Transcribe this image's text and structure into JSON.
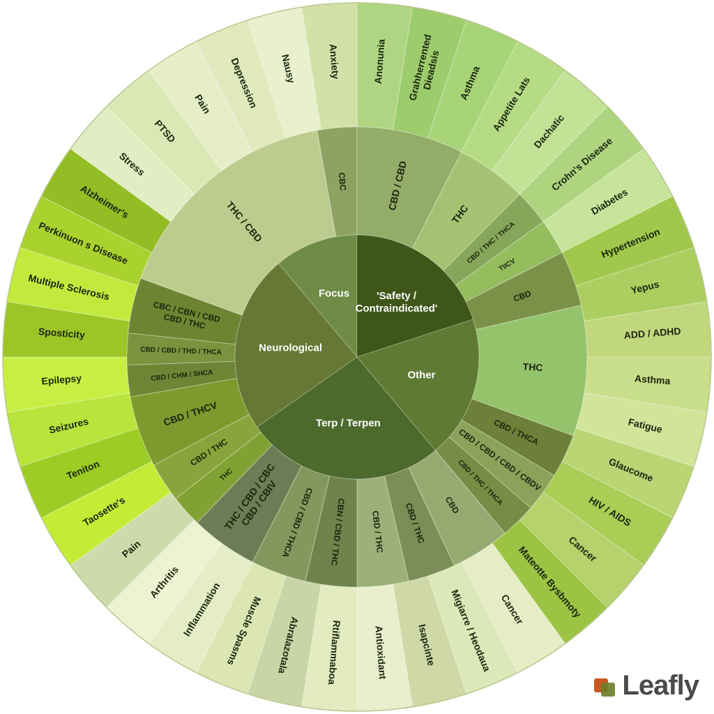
{
  "center": [
    {
      "label": "Focus",
      "color": "#6e8c45",
      "text_color": "#ffffff"
    },
    {
      "label": "'Safety /\nContraindicated'",
      "color": "#3f5619",
      "text_color": "#ffffff"
    },
    {
      "label": "Other",
      "color": "#5f7a32",
      "text_color": "#ffffff"
    },
    {
      "label": "Terp / Terpen",
      "color": "#4b6a2c",
      "text_color": "#ffffff"
    },
    {
      "label": "Neurological",
      "color": "#677834",
      "text_color": "#ffffff"
    }
  ],
  "middle_ring": [
    {
      "label": "CBC",
      "color": "#8ea262"
    },
    {
      "label": "CBD / CBD",
      "color": "#93ac68"
    },
    {
      "label": "THC",
      "color": "#a3c372"
    },
    {
      "label": "CBD / THC / THCA",
      "color": "#86a75a"
    },
    {
      "label": "TIICV",
      "color": "#94bd5e"
    },
    {
      "label": "CBD",
      "color": "#7c9148"
    },
    {
      "label": "THC",
      "color": "#94c36c"
    },
    {
      "label": "CBD / THCA",
      "color": "#6d7f38"
    },
    {
      "label": "CBD / CBD / CBD / CBDV",
      "color": "#8aa25a"
    },
    {
      "label": "CBD / THC / THCA",
      "color": "#778c44"
    },
    {
      "label": "CBD",
      "color": "#96ab72"
    },
    {
      "label": "CBD / THC",
      "color": "#7c8e58"
    },
    {
      "label": "CBD / THC",
      "color": "#9db07a"
    },
    {
      "label": "CBN / CBD / THC",
      "color": "#6f844c"
    },
    {
      "label": "CBD / CBD / THCA",
      "color": "#83985e"
    },
    {
      "label": "THC / CBD / CBC\nCBD / CBIV",
      "color": "#6c7d55"
    },
    {
      "label": "THC",
      "color": "#80a133"
    },
    {
      "label": "CBD / THC",
      "color": "#8aa43d"
    },
    {
      "label": "CBD / THCV",
      "color": "#7d9a2e"
    },
    {
      "label": "CBD / CHM / SHCA",
      "color": "#6d8535"
    },
    {
      "label": "CBD / CBD / THD / THCA",
      "color": "#7a933e"
    },
    {
      "label": "CBC / CBN / CBD\nCBD / THC",
      "color": "#6d8533"
    },
    {
      "label": "THC / CBD",
      "color": "#becb8e"
    }
  ],
  "outer_ring": [
    {
      "label": "Anonunia",
      "color": "#afd582"
    },
    {
      "label": "Grahherrented\nDieadsis",
      "color": "#9dcc6c"
    },
    {
      "label": "Asthma",
      "color": "#a8d478"
    },
    {
      "label": "Appetite Lats",
      "color": "#b5dc84"
    },
    {
      "label": "Dachatic",
      "color": "#c2e296"
    },
    {
      "label": "Crohn's Disease",
      "color": "#aed480"
    },
    {
      "label": "Diabetes",
      "color": "#c6e59a"
    },
    {
      "label": "Hypertension",
      "color": "#a0c84c"
    },
    {
      "label": "Yepus",
      "color": "#acce60"
    },
    {
      "label": "ADD / ADHD",
      "color": "#c1d77d"
    },
    {
      "label": "Asthma",
      "color": "#c9de8a"
    },
    {
      "label": "Fatigue",
      "color": "#d2e49a"
    },
    {
      "label": "Glaucome",
      "color": "#bad574"
    },
    {
      "label": "HIV / AIDS",
      "color": "#a9cd55"
    },
    {
      "label": "Cancer",
      "color": "#b6d26c"
    },
    {
      "label": "Mateotte Bysbmoty",
      "color": "#9cc444"
    },
    {
      "label": "Cancer",
      "color": "#e6edc4"
    },
    {
      "label": "Migiarre / Heodaua",
      "color": "#dde8b8"
    },
    {
      "label": "Isapcinte",
      "color": "#cfd9a8"
    },
    {
      "label": "Antioxidant",
      "color": "#e9efcc"
    },
    {
      "label": "Rtiflammaboa",
      "color": "#e3ebc0"
    },
    {
      "label": "Abralazotala",
      "color": "#c9d5a6"
    },
    {
      "label": "Muscle Spasms",
      "color": "#dbe6b3"
    },
    {
      "label": "Inflammation",
      "color": "#e5edc6"
    },
    {
      "label": "Arthritis",
      "color": "#edf2d3"
    },
    {
      "label": "Pain",
      "color": "#cfdaac"
    },
    {
      "label": "Taosette's",
      "color": "#c4ec36"
    },
    {
      "label": "Teniton",
      "color": "#9ccd24"
    },
    {
      "label": "Seizures",
      "color": "#b8e43c"
    },
    {
      "label": "Epilepsy",
      "color": "#c8ee44"
    },
    {
      "label": "Sposticity",
      "color": "#9cc626"
    },
    {
      "label": "Multiple Sclerosis",
      "color": "#c2ea3c"
    },
    {
      "label": "Perkinuon s Disease",
      "color": "#aad22e"
    },
    {
      "label": "Alzheimer's",
      "color": "#92bd24"
    },
    {
      "label": "Stress",
      "color": "#e3edc3"
    },
    {
      "label": "PTSD",
      "color": "#dbe7b4"
    },
    {
      "label": "Pain",
      "color": "#e6eec8"
    },
    {
      "label": "Depression",
      "color": "#dfe9bb"
    },
    {
      "label": "Nausy",
      "color": "#e9f0ce"
    },
    {
      "label": "Anxiety",
      "color": "#d3e1a9"
    }
  ],
  "logo": {
    "text": "Leafly"
  }
}
